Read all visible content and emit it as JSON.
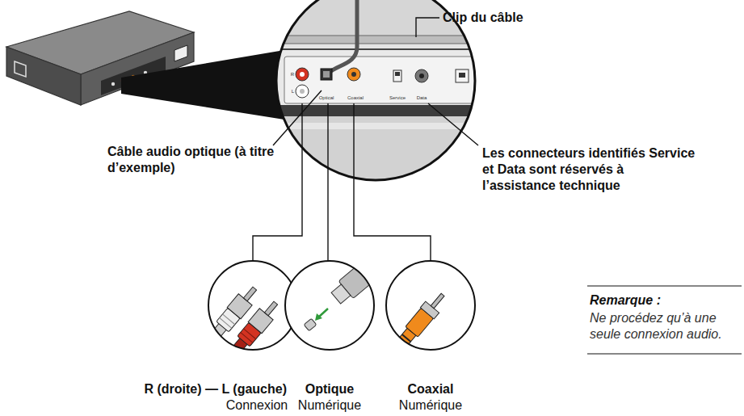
{
  "diagram": {
    "labels": [
      "Clip du câble",
      "R",
      "L",
      "Optical",
      "Coaxial",
      "Service",
      "Data",
      "Câble audio optique (à titre d’exemple)",
      "Les connecteurs identifiés Service et Data sont réservés à l’assistance technique",
      "Remarque :",
      "Ne procédez qu’à une seule connexion audio.",
      "R (droite) — L (gauche)",
      "Optique",
      "Coaxial",
      "Connexion",
      "Numérique",
      "Numérique"
    ]
  }
}
